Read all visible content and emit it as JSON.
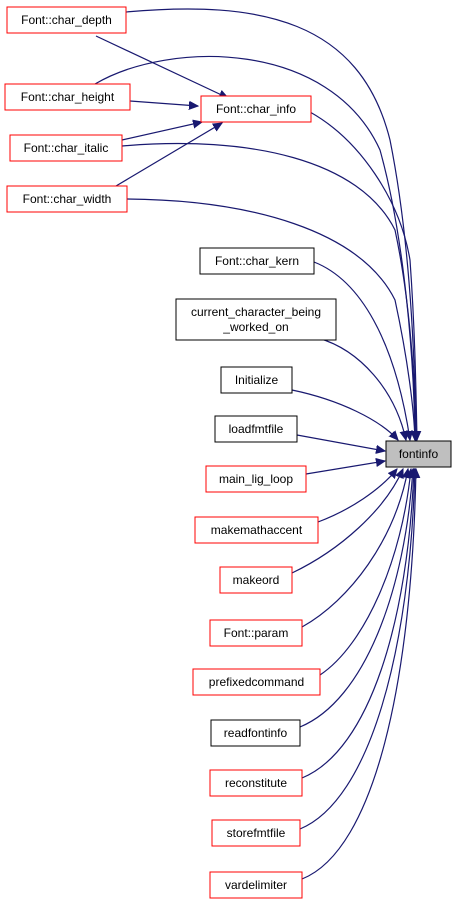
{
  "colors": {
    "edge": "#191970",
    "node_border_red": "#ff0000",
    "node_border_black": "#000000",
    "target_fill": "#bfbfbf",
    "node_fill": "#ffffff"
  },
  "target": {
    "id": "fontinfo",
    "label": "fontinfo"
  },
  "nodes": [
    {
      "id": "char_depth",
      "label": "Font::char_depth",
      "border": "red"
    },
    {
      "id": "char_height",
      "label": "Font::char_height",
      "border": "red"
    },
    {
      "id": "char_info",
      "label": "Font::char_info",
      "border": "red"
    },
    {
      "id": "char_italic",
      "label": "Font::char_italic",
      "border": "red"
    },
    {
      "id": "char_width",
      "label": "Font::char_width",
      "border": "red"
    },
    {
      "id": "char_kern",
      "label": "Font::char_kern",
      "border": "black"
    },
    {
      "id": "current_char",
      "label": "current_character_being",
      "label2": "_worked_on",
      "border": "black"
    },
    {
      "id": "initialize",
      "label": "Initialize",
      "border": "black"
    },
    {
      "id": "loadfmtfile",
      "label": "loadfmtfile",
      "border": "black"
    },
    {
      "id": "main_lig_loop",
      "label": "main_lig_loop",
      "border": "red"
    },
    {
      "id": "makemathaccent",
      "label": "makemathaccent",
      "border": "red"
    },
    {
      "id": "makeord",
      "label": "makeord",
      "border": "red"
    },
    {
      "id": "param",
      "label": "Font::param",
      "border": "red"
    },
    {
      "id": "prefixedcommand",
      "label": "prefixedcommand",
      "border": "red"
    },
    {
      "id": "readfontinfo",
      "label": "readfontinfo",
      "border": "black"
    },
    {
      "id": "reconstitute",
      "label": "reconstitute",
      "border": "red"
    },
    {
      "id": "storefmtfile",
      "label": "storefmtfile",
      "border": "red"
    },
    {
      "id": "vardelimiter",
      "label": "vardelimiter",
      "border": "red"
    }
  ]
}
